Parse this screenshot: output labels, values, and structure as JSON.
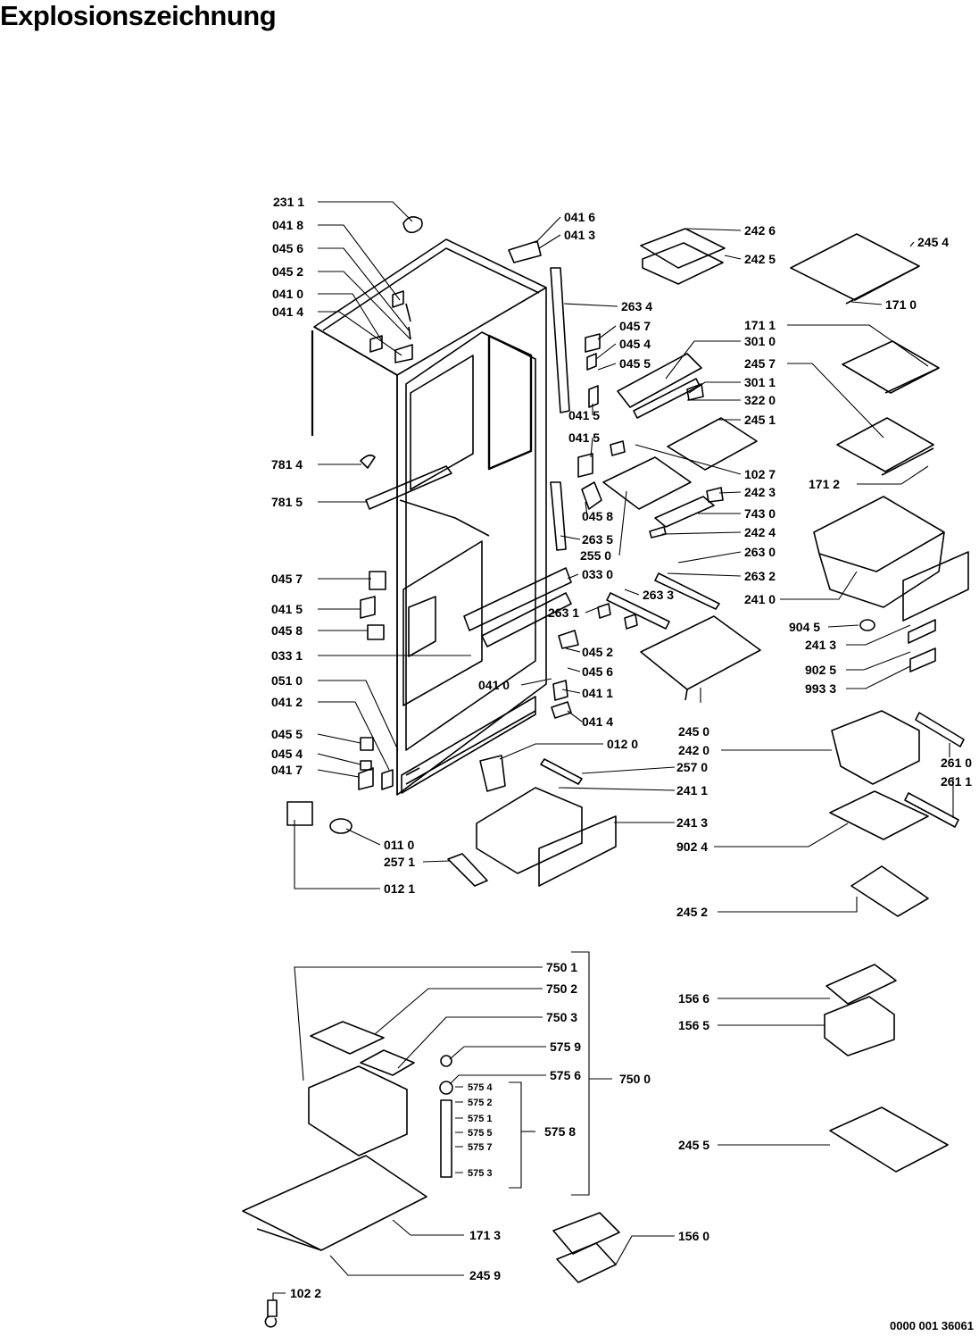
{
  "page": {
    "title": "Explosionszeichnung",
    "document_number": "0000 001 36061"
  },
  "parts": [
    "231 1",
    "041 8",
    "045 6",
    "045 2",
    "041 0",
    "041 4",
    "781 4",
    "781 5",
    "045 7",
    "041 5",
    "045 8",
    "033 1",
    "051 0",
    "041 2",
    "045 5",
    "045 4",
    "041 7",
    "011 0",
    "257 1",
    "012 1",
    "041 6",
    "041 3",
    "263 4",
    "045 7",
    "045 4",
    "045 5",
    "041 5",
    "041 5",
    "045 8",
    "263 5",
    "255 0",
    "033 0",
    "263 1",
    "263 3",
    "045 2",
    "045 6",
    "041 0",
    "041 1",
    "041 4",
    "012 0",
    "257 0",
    "241 1",
    "241 3",
    "242 6",
    "242 5",
    "245 4",
    "171 0",
    "171 1",
    "301 0",
    "245 7",
    "301 1",
    "322 0",
    "245 1",
    "102 7",
    "171 2",
    "242 3",
    "743 0",
    "242 4",
    "263 0",
    "263 2",
    "241 0",
    "904 5",
    "241 3",
    "902 5",
    "993 3",
    "245 0",
    "242 0",
    "261 0",
    "261 1",
    "902 4",
    "245 2",
    "750 1",
    "750 2",
    "750 3",
    "575 9",
    "575 6",
    "750 0",
    "575 4",
    "575 2",
    "575 1",
    "575 5",
    "575 7",
    "575 8",
    "575 3",
    "171 3",
    "245 9",
    "102 2",
    "156 6",
    "156 5",
    "245 5",
    "156 0"
  ]
}
